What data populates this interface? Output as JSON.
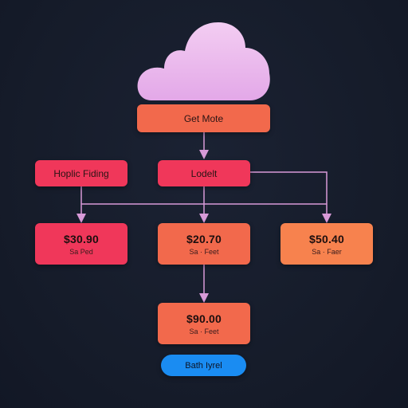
{
  "nodes": {
    "top": {
      "label": "Get Mote"
    },
    "left": {
      "label": "Hoplic Fiding"
    },
    "middle": {
      "label": "Lodelt"
    },
    "card_left": {
      "price": "$30.90",
      "sub": "Sa Ped"
    },
    "card_center": {
      "price": "$20.70",
      "sub": "Sa · Feet"
    },
    "card_right": {
      "price": "$50.40",
      "sub": "Sa · Faer"
    },
    "card_bottom": {
      "price": "$90.00",
      "sub": "Sa · Feet"
    }
  },
  "pill": {
    "label": "Bath Iyrel"
  },
  "colors": {
    "background": "#161c2c",
    "connector": "#d89ad8",
    "cloud_top": "#f0c6f0",
    "cloud_bottom": "#e3a9e6",
    "top_node": "#f2694c",
    "pink_node": "#f0375a",
    "orange_node": "#f2694c",
    "light_orange_node": "#f7824e",
    "pill": "#1a8cf2"
  }
}
